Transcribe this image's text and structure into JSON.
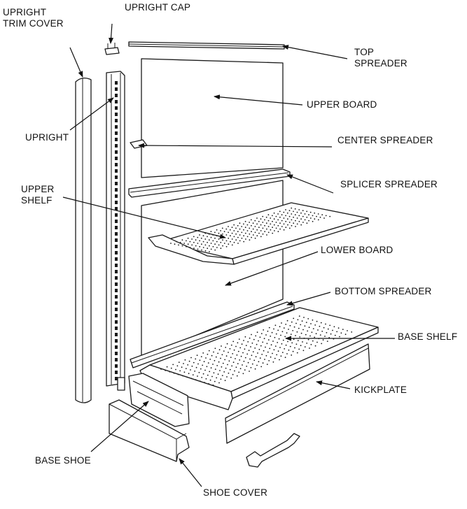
{
  "labels": {
    "upright_trim_cover": "UPRIGHT\nTRIM COVER",
    "upright_cap": "UPRIGHT CAP",
    "top_spreader": "TOP\nSPREADER",
    "upper_board": "UPPER BOARD",
    "upright": "UPRIGHT",
    "center_spreader": "CENTER SPREADER",
    "splicer_spreader": "SPLICER SPREADER",
    "upper_shelf": "UPPER\nSHELF",
    "lower_board": "LOWER BOARD",
    "bottom_spreader": "BOTTOM SPREADER",
    "base_shelf": "BASE SHELF",
    "kickplate": "KICKPLATE",
    "base_shoe": "BASE SHOE",
    "shoe_cover": "SHOE COVER"
  },
  "colors": {
    "line": "#1a1a1a",
    "background": "#ffffff"
  }
}
